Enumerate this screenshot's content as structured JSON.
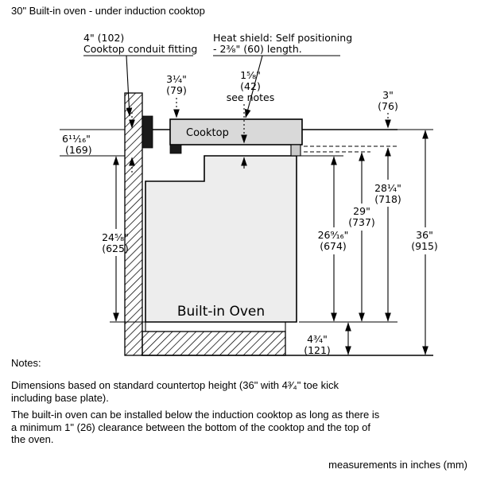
{
  "title": "30\" Built-in oven - under induction cooktop",
  "diagram": {
    "labels": {
      "cooktop": "Cooktop",
      "oven": "Built-in Oven"
    },
    "callouts": {
      "conduit": {
        "line1": "4\" (102)",
        "line2": "Cooktop conduit fitting"
      },
      "heat_shield": {
        "line1": "Heat shield: Self positioning",
        "line2": "- 2³⁄₈\" (60) length."
      }
    },
    "dimensions": {
      "cooktop_above_counter": {
        "value": "3¹⁄₄\"",
        "mm": "(79)"
      },
      "cooktop_oven_clearance": {
        "value": "1⁵⁄₈\"",
        "mm": "(42)",
        "note": "see notes"
      },
      "cooktop_below_counter": {
        "value": "3\"",
        "mm": "(76)"
      },
      "counter_to_oven_top": {
        "value": "6¹¹⁄₁₆\"",
        "mm": "(169)"
      },
      "oven_height": {
        "value": "24⁵⁄₈\"",
        "mm": "(625)"
      },
      "oven_cutout_height": {
        "value": "26⁹⁄₁₆\"",
        "mm": "(674)"
      },
      "cooktop_to_base": {
        "value": "29\"",
        "mm": "(737)"
      },
      "counter_to_base": {
        "value": "28¹⁄₄\"",
        "mm": "(718)"
      },
      "counter_height": {
        "value": "36\"",
        "mm": "(915)"
      },
      "toe_kick": {
        "value": "4³⁄₄\"",
        "mm": "(121)"
      }
    }
  },
  "notes": {
    "heading": "Notes:",
    "para1": [
      "Dimensions based on standard countertop height (36\" with 4³⁄₄\" toe kick",
      "including base plate)."
    ],
    "para2": [
      "The built-in oven can be installed below the induction cooktop as long as there is",
      "a minimum 1\" (26) clearance between the bottom of the cooktop and the top of",
      "the oven."
    ],
    "footer": "measurements in inches (mm)"
  }
}
